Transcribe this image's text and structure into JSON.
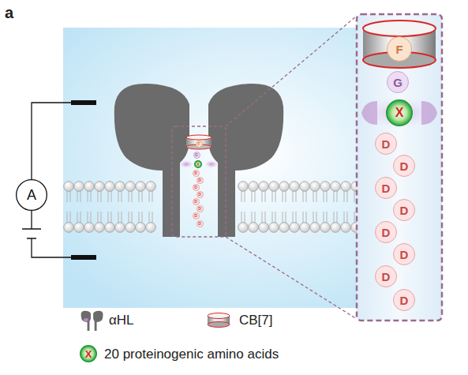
{
  "diagram": {
    "nodes": [
      {
        "text": [
          "A"
        ]
      },
      {
        "text": [
          "F"
        ]
      },
      {
        "text": [
          "G"
        ]
      },
      {
        "text": [
          "X"
        ]
      },
      {
        "text": [
          "D"
        ]
      },
      {
        "text": [
          "D"
        ]
      },
      {
        "text": [
          "D"
        ]
      },
      {
        "text": [
          "D"
        ]
      },
      {
        "text": [
          "D"
        ]
      },
      {
        "text": [
          "D"
        ]
      },
      {
        "text": [
          "D"
        ]
      },
      {
        "text": [
          "D"
        ]
      },
      {
        "text": [
          "F"
        ]
      },
      {
        "text": [
          "G"
        ]
      },
      {
        "text": [
          "X"
        ]
      },
      {
        "text": [
          "D"
        ]
      },
      {
        "text": [
          "D"
        ]
      },
      {
        "text": [
          "D"
        ]
      },
      {
        "text": [
          "D"
        ]
      },
      {
        "text": [
          "D"
        ]
      },
      {
        "text": [
          "D"
        ]
      },
      {
        "text": [
          "D"
        ]
      },
      {
        "text": [
          "D"
        ]
      },
      {
        "text": [
          "X"
        ]
      }
    ],
    "labels": [
      "a"
    ],
    "legend": [
      {
        "text": "αHL"
      },
      {
        "text": "CB[7]"
      },
      {
        "text": "20 proteinogenic amino acids"
      }
    ]
  }
}
